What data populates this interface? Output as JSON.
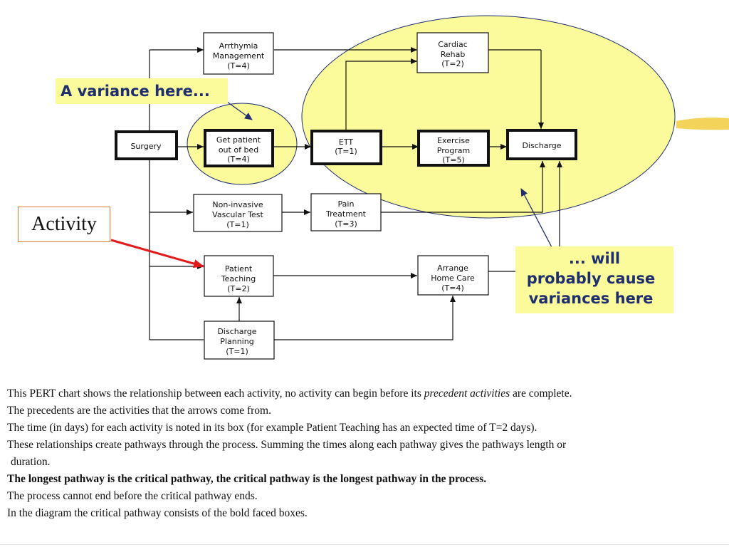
{
  "diagram": {
    "nodes": {
      "arrhythmia": {
        "lines": [
          "Arrthymia",
          "Management",
          "(T=4)"
        ]
      },
      "cardiac": {
        "lines": [
          "Cardiac",
          "Rehab",
          "(T=2)"
        ]
      },
      "surgery": {
        "lines": [
          "Surgery"
        ]
      },
      "getpatient": {
        "lines": [
          "Get patient",
          "out of bed",
          "(T=4)"
        ]
      },
      "ett": {
        "lines": [
          "ETT",
          "(T=1)"
        ]
      },
      "exercise": {
        "lines": [
          "Exercise",
          "Program",
          "(T=5)"
        ]
      },
      "discharge": {
        "lines": [
          "Discharge"
        ]
      },
      "noninvasive": {
        "lines": [
          "Non-invasive",
          "Vascular Test",
          "(T=1)"
        ]
      },
      "pain": {
        "lines": [
          "Pain",
          "Treatment",
          "(T=3)"
        ]
      },
      "teaching": {
        "lines": [
          "Patient",
          "Teaching",
          "(T=2)"
        ]
      },
      "homecare": {
        "lines": [
          "Arrange",
          "Home Care",
          "(T=4)"
        ]
      },
      "planning": {
        "lines": [
          "Discharge",
          "Planning",
          "(T=1)"
        ]
      }
    },
    "callouts": {
      "variance": "A variance here...",
      "will": [
        "... will",
        "probably cause",
        "variances here"
      ]
    },
    "activity_label": "Activity",
    "colors": {
      "highlight": "#fbfb9c",
      "callout_text": "#1f2e6e",
      "activity_arrow": "#e11b1b",
      "annotation_arrow": "#1f2e6e"
    }
  },
  "description": {
    "line1_start": "This PERT chart shows the relationship between each activity, no activity can begin before its ",
    "line1_italic": "precedent activities",
    "line1_end": " are complete.",
    "line2": "The precedents are the activities that the arrows come from.",
    "line3": "The time (in days) for each activity is noted in its box (for example Patient Teaching has an expected time of T=2 days).",
    "line4": "These relationships create pathways through the process. Summing the times along each pathway gives the pathways length or",
    "line5": "duration.",
    "line6_bold": "The longest pathway is the critical pathway, the critical pathway is the longest pathway in the process.",
    "line7": "The process cannot end before the critical pathway ends.",
    "line8": "In the diagram the critical pathway consists of the bold faced boxes."
  }
}
